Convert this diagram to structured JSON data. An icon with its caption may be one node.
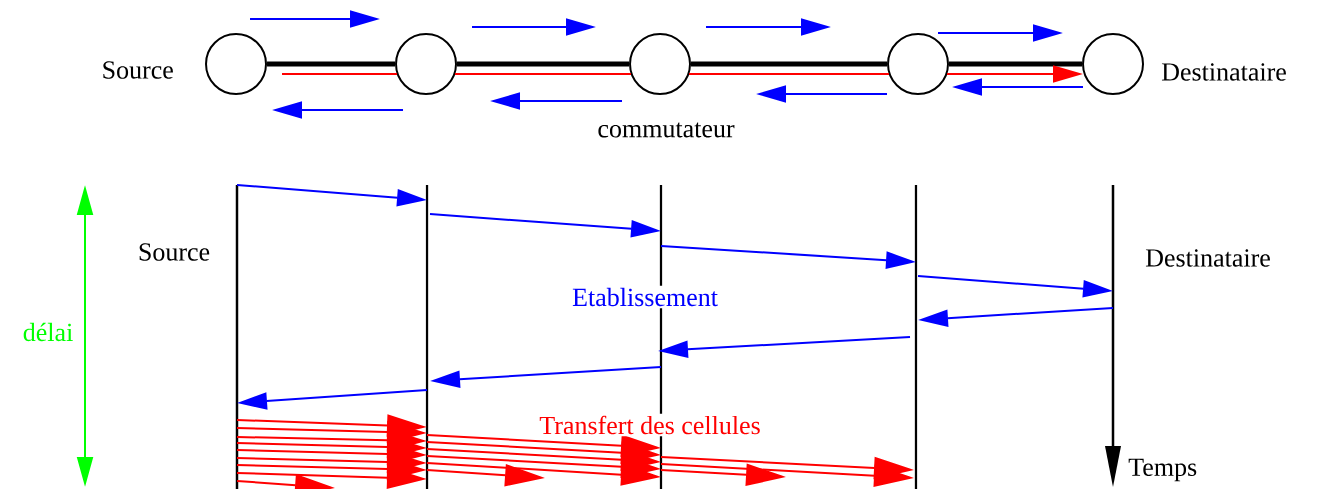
{
  "diagram": {
    "nodes": [
      {
        "text": [],
        "shape": "circle",
        "beside": [
          "Source"
        ]
      },
      {
        "text": [],
        "shape": "circle"
      },
      {
        "text": [],
        "shape": "circle"
      },
      {
        "text": [],
        "shape": "circle"
      },
      {
        "text": [],
        "shape": "circle",
        "beside": [
          "Destinataire"
        ]
      },
      {
        "text": [],
        "shape": "bar",
        "beside": [
          "Source"
        ]
      },
      {
        "text": [],
        "shape": "bar"
      },
      {
        "text": [],
        "shape": "bar"
      },
      {
        "text": [],
        "shape": "bar"
      },
      {
        "text": [],
        "shape": "bar",
        "beside": [
          "Destinataire",
          "Temps"
        ]
      }
    ],
    "edges": [
      {
        "from": 0,
        "to": 1,
        "arrow": "none",
        "style": "thick",
        "color": "#000000"
      },
      {
        "from": 1,
        "to": 2,
        "arrow": "none",
        "style": "thick",
        "color": "#000000"
      },
      {
        "from": 2,
        "to": 3,
        "arrow": "none",
        "style": "thick",
        "color": "#000000"
      },
      {
        "from": 3,
        "to": 4,
        "arrow": "none",
        "style": "thick",
        "color": "#000000"
      },
      {
        "from": 0,
        "to": 1,
        "arrow": "none",
        "color": "#ff0000"
      },
      {
        "from": 1,
        "to": 2,
        "arrow": "none",
        "color": "#ff0000"
      },
      {
        "from": 2,
        "to": 3,
        "arrow": "none",
        "color": "#ff0000"
      },
      {
        "from": 3,
        "to": 4,
        "arrow": "to",
        "color": "#ff0000"
      },
      {
        "from": 0,
        "to": 1,
        "arrow": "to",
        "color": "#0000ff"
      },
      {
        "from": 1,
        "to": 2,
        "arrow": "to",
        "color": "#0000ff"
      },
      {
        "from": 2,
        "to": 3,
        "arrow": "to",
        "color": "#0000ff"
      },
      {
        "from": 3,
        "to": 4,
        "arrow": "to",
        "color": "#0000ff"
      },
      {
        "from": 1,
        "to": 0,
        "arrow": "to",
        "color": "#0000ff"
      },
      {
        "from": 2,
        "to": 1,
        "arrow": "to",
        "color": "#0000ff"
      },
      {
        "from": 3,
        "to": 2,
        "arrow": "to",
        "color": "#0000ff"
      },
      {
        "from": 4,
        "to": 3,
        "arrow": "to",
        "color": "#0000ff"
      },
      {
        "from": 5,
        "to": 6,
        "arrow": "to",
        "color": "#0000ff"
      },
      {
        "from": 6,
        "to": 7,
        "arrow": "to",
        "color": "#0000ff"
      },
      {
        "from": 7,
        "to": 8,
        "arrow": "to",
        "color": "#0000ff"
      },
      {
        "from": 8,
        "to": 9,
        "arrow": "to",
        "color": "#0000ff"
      },
      {
        "from": 9,
        "to": 8,
        "arrow": "to",
        "color": "#0000ff"
      },
      {
        "from": 8,
        "to": 7,
        "arrow": "to",
        "color": "#0000ff"
      },
      {
        "from": 7,
        "to": 6,
        "arrow": "to",
        "color": "#0000ff"
      },
      {
        "from": 6,
        "to": 5,
        "arrow": "to",
        "color": "#0000ff"
      },
      {
        "from": 5,
        "to": 6,
        "arrow": "to",
        "color": "#ff0000"
      },
      {
        "from": 5,
        "to": 6,
        "arrow": "to",
        "color": "#ff0000"
      },
      {
        "from": 5,
        "to": 6,
        "arrow": "to",
        "color": "#ff0000"
      },
      {
        "from": 5,
        "to": 6,
        "arrow": "to",
        "color": "#ff0000"
      },
      {
        "from": 5,
        "to": 6,
        "arrow": "to",
        "color": "#ff0000"
      },
      {
        "from": 5,
        "to": 6,
        "arrow": "to",
        "color": "#ff0000"
      },
      {
        "from": 5,
        "to": 6,
        "arrow": "to",
        "color": "#ff0000"
      },
      {
        "from": 5,
        "to": 6,
        "arrow": "to",
        "color": "#ff0000"
      },
      {
        "from": 5,
        "to": null,
        "arrow": "to",
        "color": "#ff0000"
      },
      {
        "from": 6,
        "to": 7,
        "arrow": "to",
        "color": "#ff0000"
      },
      {
        "from": 6,
        "to": 7,
        "arrow": "to",
        "color": "#ff0000"
      },
      {
        "from": 6,
        "to": 7,
        "arrow": "to",
        "color": "#ff0000"
      },
      {
        "from": 6,
        "to": 7,
        "arrow": "to",
        "color": "#ff0000"
      },
      {
        "from": 6,
        "to": 7,
        "arrow": "to",
        "color": "#ff0000"
      },
      {
        "from": 6,
        "to": null,
        "arrow": "to",
        "color": "#ff0000"
      },
      {
        "from": 7,
        "to": 8,
        "arrow": "to",
        "color": "#ff0000"
      },
      {
        "from": 7,
        "to": 8,
        "arrow": "to",
        "color": "#ff0000"
      },
      {
        "from": 7,
        "to": null,
        "arrow": "to",
        "color": "#ff0000"
      }
    ],
    "labels": [
      "commutateur",
      "délai",
      "Etablissement",
      "Transfert des cellules"
    ]
  }
}
